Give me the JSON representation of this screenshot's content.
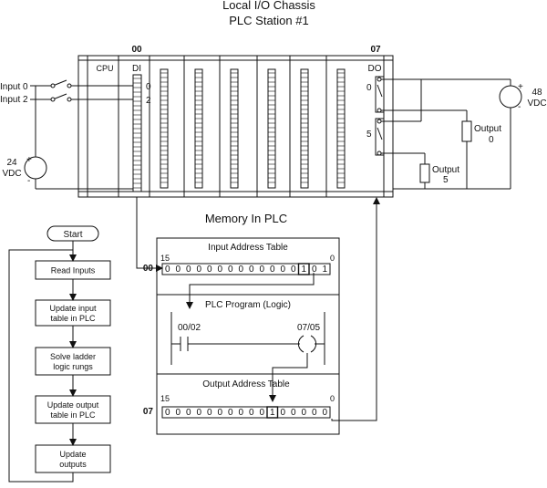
{
  "chassis": {
    "title_line1": "Local I/O Chassis",
    "title_line2": "PLC Station #1",
    "slot_number_left": "00",
    "slot_number_right": "07",
    "cpu_label": "CPU",
    "di_label": "DI",
    "do_label": "DO",
    "di_terminal_0": "0",
    "di_terminal_2": "2",
    "do_terminal_0": "0",
    "do_terminal_5": "5"
  },
  "inputs": {
    "input_0_label": "Input 0",
    "input_2_label": "Input 2",
    "supply_voltage": "24",
    "supply_unit": "VDC",
    "supply_plus": "+",
    "supply_minus": "-"
  },
  "outputs": {
    "supply_voltage": "48",
    "supply_unit": "VDC",
    "supply_plus": "+",
    "supply_minus": "-",
    "output_0_label": "Output",
    "output_0_number": "0",
    "output_5_label": "Output",
    "output_5_number": "5"
  },
  "memory": {
    "title": "Memory In PLC",
    "input_table": {
      "title": "Input Address Table",
      "address": "00",
      "msb_label": "15",
      "lsb_label": "0",
      "bits": [
        "0",
        "0",
        "0",
        "0",
        "0",
        "0",
        "0",
        "0",
        "0",
        "0",
        "0",
        "0",
        "0",
        "1",
        "0",
        "1"
      ]
    },
    "program": {
      "title": "PLC Program (Logic)",
      "contact_address": "00/02",
      "coil_address": "07/05"
    },
    "output_table": {
      "title": "Output Address Table",
      "address": "07",
      "msb_label": "15",
      "lsb_label": "0",
      "bits": [
        "0",
        "0",
        "0",
        "0",
        "0",
        "0",
        "0",
        "0",
        "0",
        "0",
        "1",
        "0",
        "0",
        "0",
        "0",
        "0"
      ]
    }
  },
  "flowchart": {
    "start": "Start",
    "steps": [
      [
        "Read Inputs"
      ],
      [
        "Update input",
        "table in PLC"
      ],
      [
        "Solve ladder",
        "logic rungs"
      ],
      [
        "Update output",
        "table in PLC"
      ],
      [
        "Update",
        "outputs"
      ]
    ]
  }
}
